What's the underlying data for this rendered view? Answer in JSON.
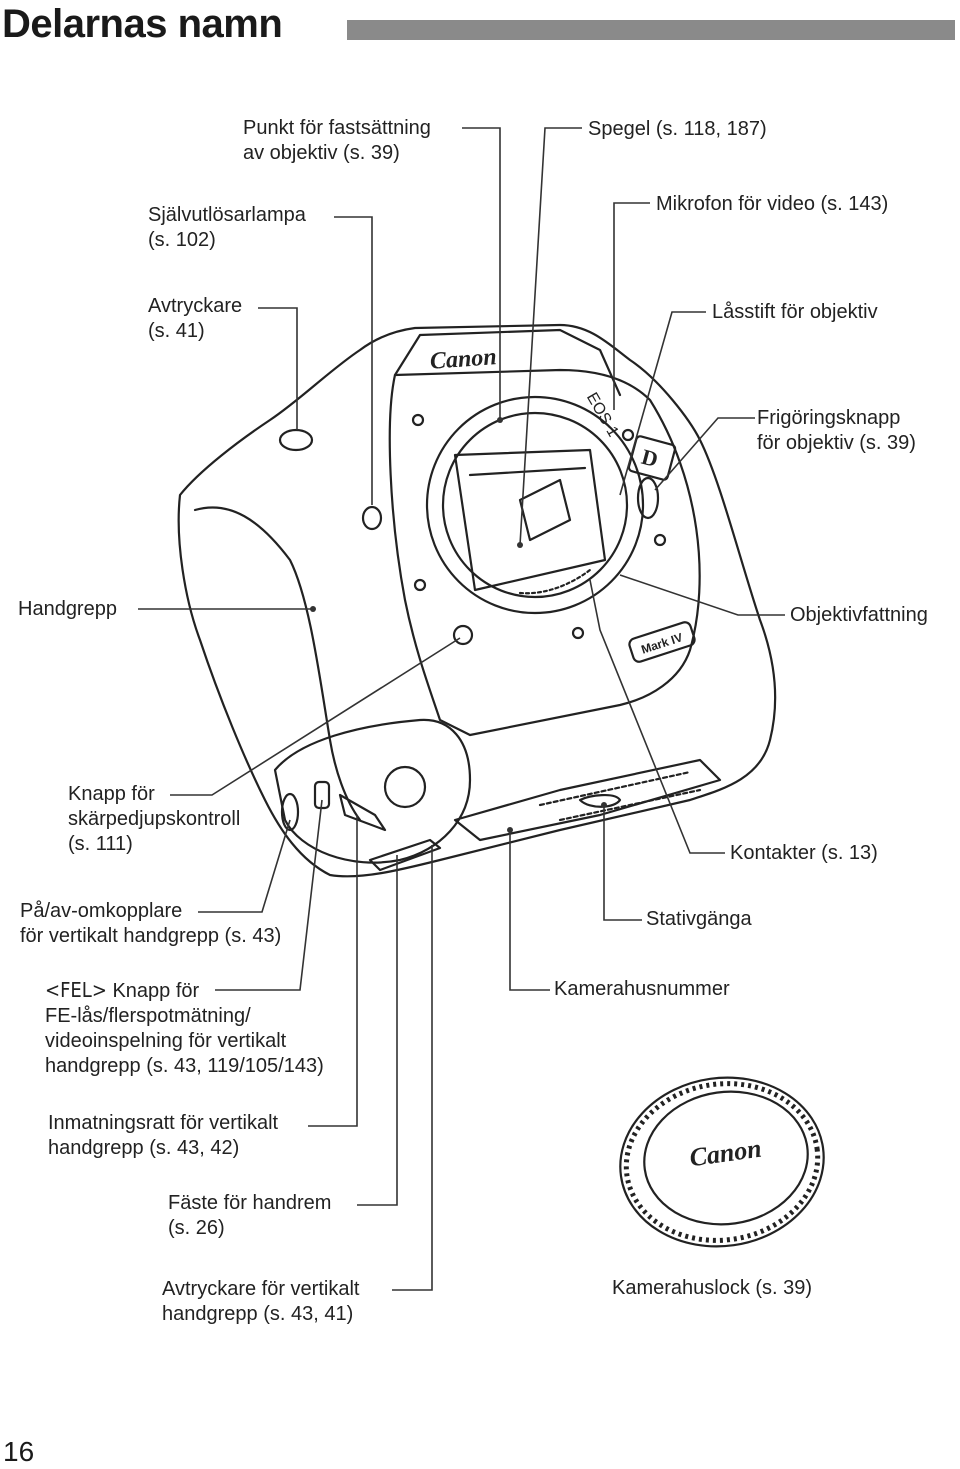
{
  "page": {
    "title": "Delarnas namn",
    "page_number": "16"
  },
  "labels": {
    "mount_point": [
      "Punkt för fastsättning",
      "av objektiv (s. 39)"
    ],
    "self_timer": [
      "Självutlösarlampa",
      "(s. 102)"
    ],
    "shutter": [
      "Avtryckare",
      "(s. 41)"
    ],
    "mirror": "Spegel (s. 118, 187)",
    "microphone": "Mikrofon för video (s. 143)",
    "lock_pin": "Låsstift för objektiv",
    "release_button": [
      "Frigöringsknapp",
      "för objektiv (s. 39)"
    ],
    "grip": "Handgrepp",
    "lens_mount": "Objektivfattning",
    "dof_button": [
      "Knapp för",
      "skärpedjupskontroll",
      "(s. 111)"
    ],
    "contacts": "Kontakter (s. 13)",
    "onoff_switch": [
      "På/av-omkopplare",
      "för vertikalt handgrepp (s. 43)"
    ],
    "tripod": "Stativgänga",
    "fel_button": [
      "Knapp för",
      "FE-lås/flerspotmätning/",
      "videoinspelning för vertikalt",
      "handgrepp (s. 43, 119/105/143)"
    ],
    "fel_symbol": "<FEL>",
    "serial": "Kamerahusnummer",
    "dial": [
      "Inmatningsratt för vertikalt",
      "handgrepp (s. 43, 42)"
    ],
    "strap": [
      "Fäste för handrem",
      "(s. 26)"
    ],
    "vshutter": [
      "Avtryckare för vertikalt",
      "handgrepp (s. 43, 41)"
    ],
    "body_cap": "Kamerahuslock (s. 39)"
  },
  "camera": {
    "brand": "Canon",
    "model_badge": "Mark IV",
    "eos": "EOS-1",
    "d_badge": "D"
  }
}
